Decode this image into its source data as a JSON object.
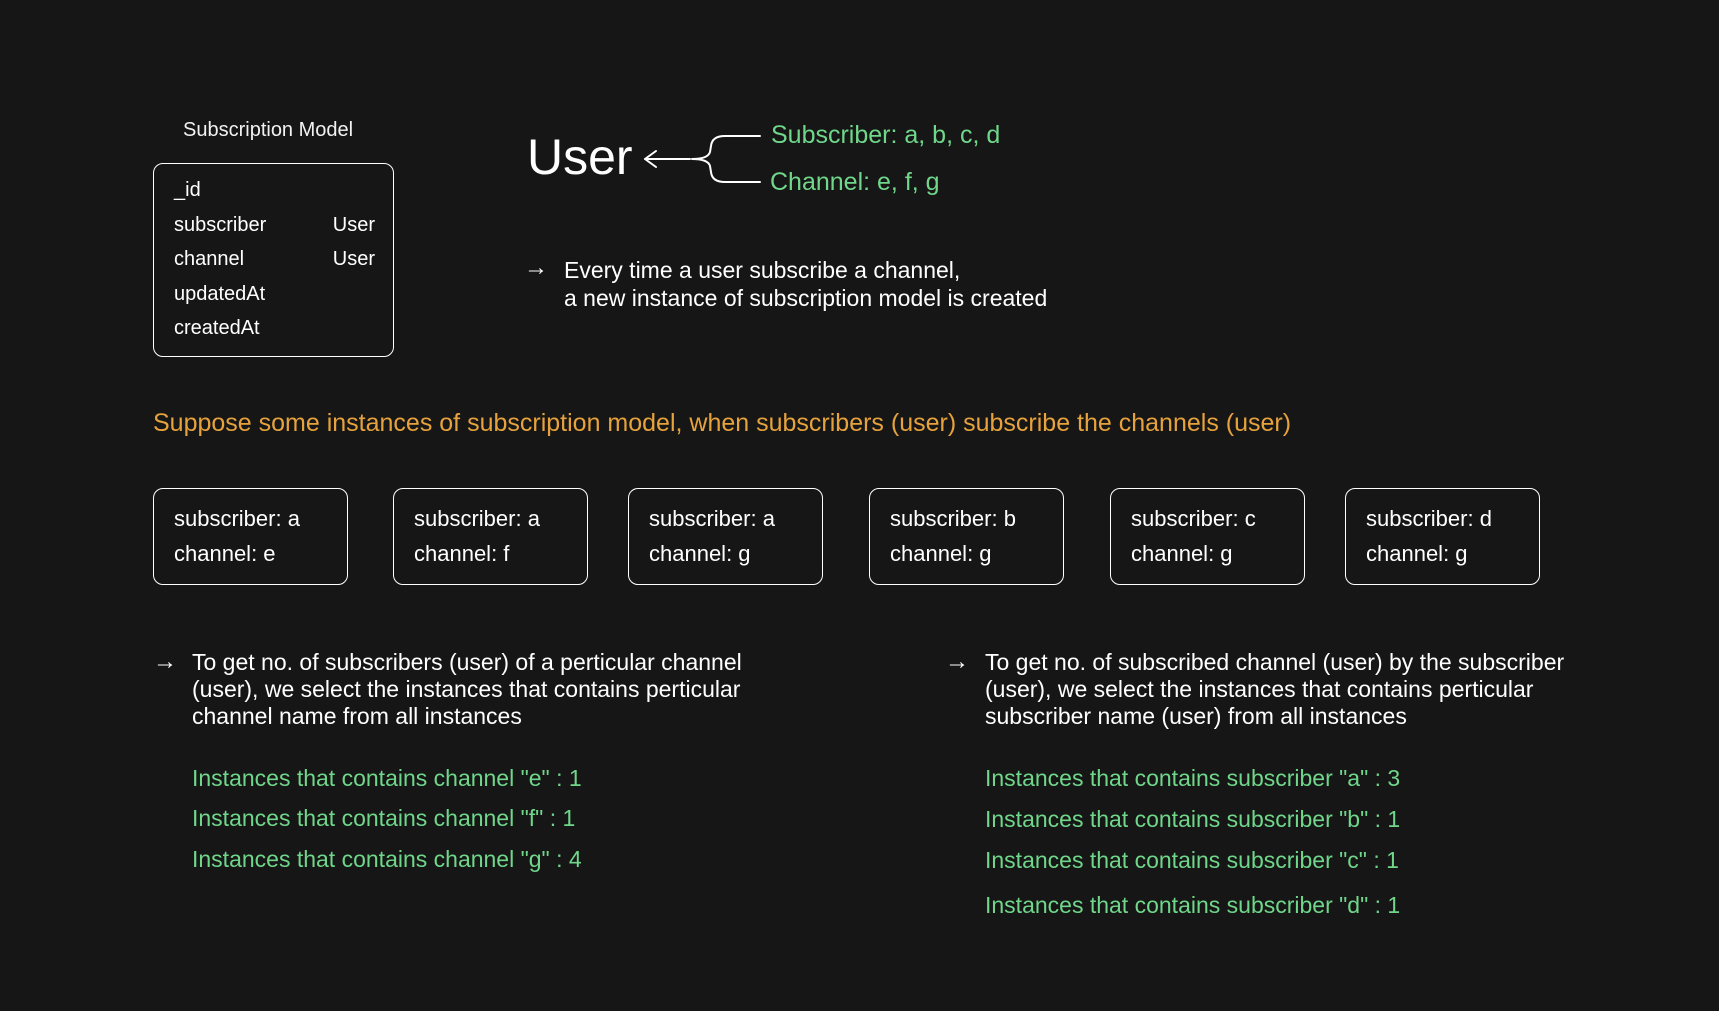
{
  "model": {
    "title": "Subscription Model",
    "fields": [
      {
        "name": "_id",
        "type": ""
      },
      {
        "name": "subscriber",
        "type": "User"
      },
      {
        "name": "channel",
        "type": "User"
      },
      {
        "name": "updatedAt",
        "type": ""
      },
      {
        "name": "createdAt",
        "type": ""
      }
    ]
  },
  "user_diagram": {
    "user_label": "User",
    "subscriber_line": "Subscriber: a, b, c, d",
    "channel_line": "Channel: e, f, g"
  },
  "note_top": {
    "line1": "Every time a user subscribe a channel,",
    "line2": "a new instance of subscription model is created"
  },
  "suppose_text": "Suppose some instances of subscription model, when subscribers (user) subscribe the channels (user)",
  "instances": [
    {
      "subscriber": "subscriber: a",
      "channel": "channel: e"
    },
    {
      "subscriber": "subscriber: a",
      "channel": "channel: f"
    },
    {
      "subscriber": "subscriber: a",
      "channel": "channel: g"
    },
    {
      "subscriber": "subscriber: b",
      "channel": "channel: g"
    },
    {
      "subscriber": "subscriber: c",
      "channel": "channel: g"
    },
    {
      "subscriber": "subscriber: d",
      "channel": "channel: g"
    }
  ],
  "left_note": {
    "line1": "To get no. of subscribers (user) of a perticular channel",
    "line2": "(user), we select the instances that contains perticular",
    "line3": "channel name from all instances",
    "counts": [
      "Instances that contains channel \"e\" : 1",
      "Instances that contains channel \"f\" : 1",
      "Instances that contains channel \"g\" : 4"
    ]
  },
  "right_note": {
    "line1": "To get no. of subscribed channel (user) by the subscriber",
    "line2": "(user), we select the instances that contains perticular",
    "line3": "subscriber name (user) from all instances",
    "counts": [
      "Instances that contains subscriber \"a\" : 3",
      "Instances that contains subscriber \"b\" : 1",
      "Instances that contains subscriber \"c\" : 1",
      "Instances that contains subscriber \"d\" : 1"
    ]
  },
  "colors": {
    "background": "#161616",
    "text": "#ffffff",
    "green": "#6fd68a",
    "orange": "#e6a23c"
  }
}
